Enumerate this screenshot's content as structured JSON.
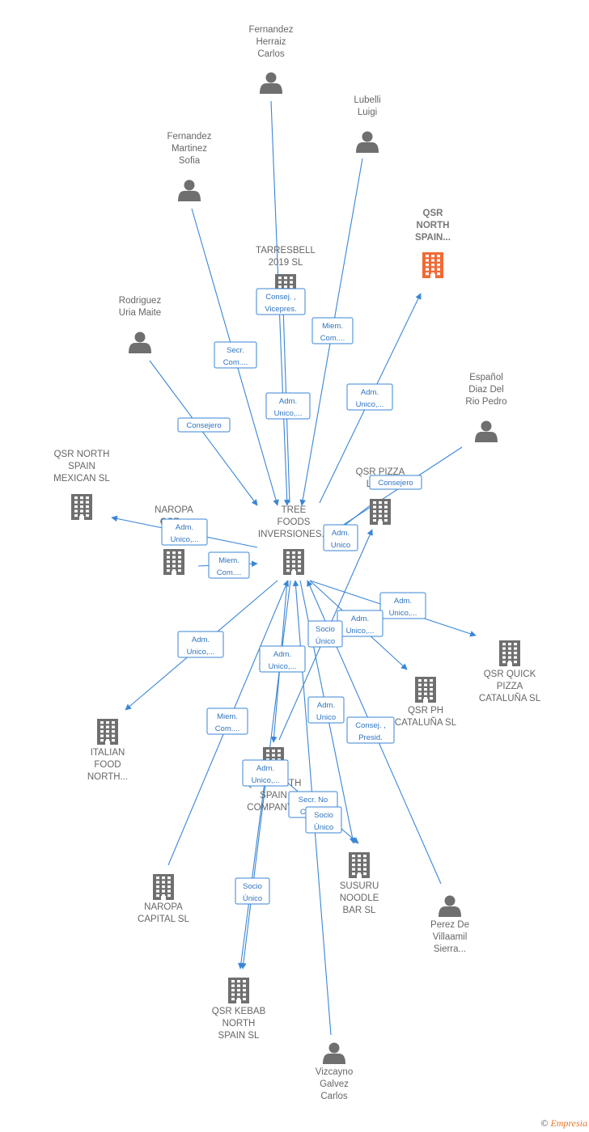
{
  "colors": {
    "edge": "#3a86d6",
    "person": "#6f6f6f",
    "company": "#6f6f6f",
    "focus_company": "#f06a35",
    "label": "#666666"
  },
  "nodes": [
    {
      "id": "fernandez_herraiz",
      "type": "person",
      "icon": "person-icon",
      "label": [
        "Fernandez",
        "Herraiz",
        "Carlos"
      ]
    },
    {
      "id": "lubelli",
      "type": "person",
      "icon": "person-icon",
      "label": [
        "Lubelli",
        "Luigi"
      ]
    },
    {
      "id": "fernandez_martinez",
      "type": "person",
      "icon": "person-icon",
      "label": [
        "Fernandez",
        "Martinez",
        "Sofia"
      ]
    },
    {
      "id": "qsr_north_spain",
      "type": "company",
      "focus": true,
      "icon": "building-icon",
      "label": [
        "QSR",
        "NORTH",
        "SPAIN..."
      ]
    },
    {
      "id": "tarresbell",
      "type": "company",
      "icon": "building-icon",
      "label": [
        "TARRESBELL",
        "2019 SL"
      ]
    },
    {
      "id": "rodriguez",
      "type": "person",
      "icon": "person-icon",
      "label": [
        "Rodriguez",
        "Uria Maite"
      ]
    },
    {
      "id": "espanol",
      "type": "person",
      "icon": "person-icon",
      "label": [
        "Español",
        "Diaz Del",
        "Rio Pedro"
      ]
    },
    {
      "id": "qsr_mexican",
      "type": "company",
      "icon": "building-icon",
      "label": [
        "QSR NORTH",
        "SPAIN",
        "MEXICAN SL"
      ]
    },
    {
      "id": "qsr_pizza",
      "type": "company",
      "icon": "building-icon",
      "label": [
        "QSR PIZZA",
        "LA R..."
      ]
    },
    {
      "id": "naropa_qsr",
      "type": "company",
      "icon": "building-icon",
      "label": [
        "NAROPA",
        "QSR..."
      ]
    },
    {
      "id": "tree_foods",
      "type": "company",
      "icon": "building-icon",
      "label": [
        "TREE",
        "FOODS",
        "INVERSIONES..."
      ]
    },
    {
      "id": "qsr_quick",
      "type": "company",
      "icon": "building-icon",
      "label": [
        "QSR QUICK",
        "PIZZA",
        "CATALUÑA SL"
      ]
    },
    {
      "id": "qsr_ph",
      "type": "company",
      "icon": "building-icon",
      "label": [
        "QSR PH",
        "CATALUÑA SL"
      ]
    },
    {
      "id": "italian_food",
      "type": "company",
      "icon": "building-icon",
      "label": [
        "ITALIAN",
        "FOOD",
        "NORTH..."
      ]
    },
    {
      "id": "qsr_company",
      "type": "company",
      "icon": "building-icon",
      "label": [
        "QSR NORTH",
        "SPAIN",
        "COMPANY..."
      ]
    },
    {
      "id": "naropa_capital",
      "type": "company",
      "icon": "building-icon",
      "label": [
        "NAROPA",
        "CAPITAL SL"
      ]
    },
    {
      "id": "susuru",
      "type": "company",
      "icon": "building-icon",
      "label": [
        "SUSURU",
        "NOODLE",
        "BAR SL"
      ]
    },
    {
      "id": "perez",
      "type": "person",
      "icon": "person-icon",
      "label": [
        "Perez De",
        "Villaamil",
        "Sierra..."
      ]
    },
    {
      "id": "qsr_kebab",
      "type": "company",
      "icon": "building-icon",
      "label": [
        "QSR KEBAB",
        "NORTH",
        "SPAIN SL"
      ]
    },
    {
      "id": "vizcayno",
      "type": "person",
      "icon": "person-icon",
      "label": [
        "Vizcayno",
        "Galvez",
        "Carlos"
      ]
    }
  ],
  "edges": [
    {
      "id": "e1",
      "from": "fernandez_herraiz",
      "to": "tree_foods",
      "label": [
        "Consej. ,",
        "Vicepres."
      ]
    },
    {
      "id": "e2",
      "from": "lubelli",
      "to": "tree_foods",
      "label": [
        "Miem.",
        "Com...."
      ]
    },
    {
      "id": "e3",
      "from": "fernandez_martinez",
      "to": "tree_foods",
      "label": [
        "Secr.",
        "Com...."
      ]
    },
    {
      "id": "e4",
      "from": "tree_foods",
      "to": "qsr_north_spain",
      "label": [
        "Adm.",
        "Unico,..."
      ]
    },
    {
      "id": "e5",
      "from": "tree_foods",
      "to": "tarresbell",
      "label": [
        "Adm.",
        "Unico,..."
      ]
    },
    {
      "id": "e6",
      "from": "rodriguez",
      "to": "tree_foods",
      "label": [
        "Consejero"
      ]
    },
    {
      "id": "e7",
      "from": "espanol",
      "to": "qsr_pizza",
      "label": [
        "Consejero"
      ]
    },
    {
      "id": "e8",
      "from": "tree_foods",
      "to": "qsr_mexican",
      "label": [
        "Adm.",
        "Unico,..."
      ]
    },
    {
      "id": "e9",
      "from": "tree_foods",
      "to": "qsr_pizza",
      "label": [
        "Adm.",
        "Unico"
      ]
    },
    {
      "id": "e10",
      "from": "naropa_qsr",
      "to": "tree_foods",
      "label": [
        "Miem.",
        "Com...."
      ]
    },
    {
      "id": "e11",
      "from": "tree_foods",
      "to": "qsr_quick",
      "label": [
        "Adm.",
        "Unico,..."
      ]
    },
    {
      "id": "e12",
      "from": "tree_foods",
      "to": "qsr_ph",
      "label": [
        "Adm.",
        "Unico,..."
      ]
    },
    {
      "id": "e13",
      "from": "tree_foods",
      "to": "italian_food",
      "label": [
        "Adm.",
        "Unico,..."
      ]
    },
    {
      "id": "e14",
      "from": "tree_foods",
      "to": "qsr_company",
      "label": [
        "Adm.",
        "Unico,..."
      ]
    },
    {
      "id": "e15",
      "from": "tree_foods",
      "to": "susuru",
      "label": [
        "Adm.",
        "Unico"
      ]
    },
    {
      "id": "e16",
      "from": "naropa_capital",
      "to": "tree_foods",
      "label": [
        "Miem.",
        "Com...."
      ]
    },
    {
      "id": "e17",
      "from": "perez",
      "to": "tree_foods",
      "label": [
        "Consej. ,",
        "Presid."
      ]
    },
    {
      "id": "e18",
      "from": "qsr_company",
      "to": "qsr_pizza",
      "label": [
        "Socio",
        "Único"
      ]
    },
    {
      "id": "e19",
      "from": "qsr_company",
      "to": "qsr_kebab",
      "label": [
        "Adm.",
        "Unico,..."
      ]
    },
    {
      "id": "e20",
      "from": "vizcayno",
      "to": "tree_foods",
      "label": [
        "Secr. No",
        "Consej."
      ]
    },
    {
      "id": "e21",
      "from": "tree_foods",
      "to": "qsr_kebab",
      "label": [
        "Socio",
        "Único"
      ]
    },
    {
      "id": "e22",
      "from": "qsr_company",
      "to": "susuru",
      "label": [
        "Socio",
        "Único"
      ]
    }
  ],
  "footer": {
    "copyright": "©",
    "brand": "Empresia"
  }
}
